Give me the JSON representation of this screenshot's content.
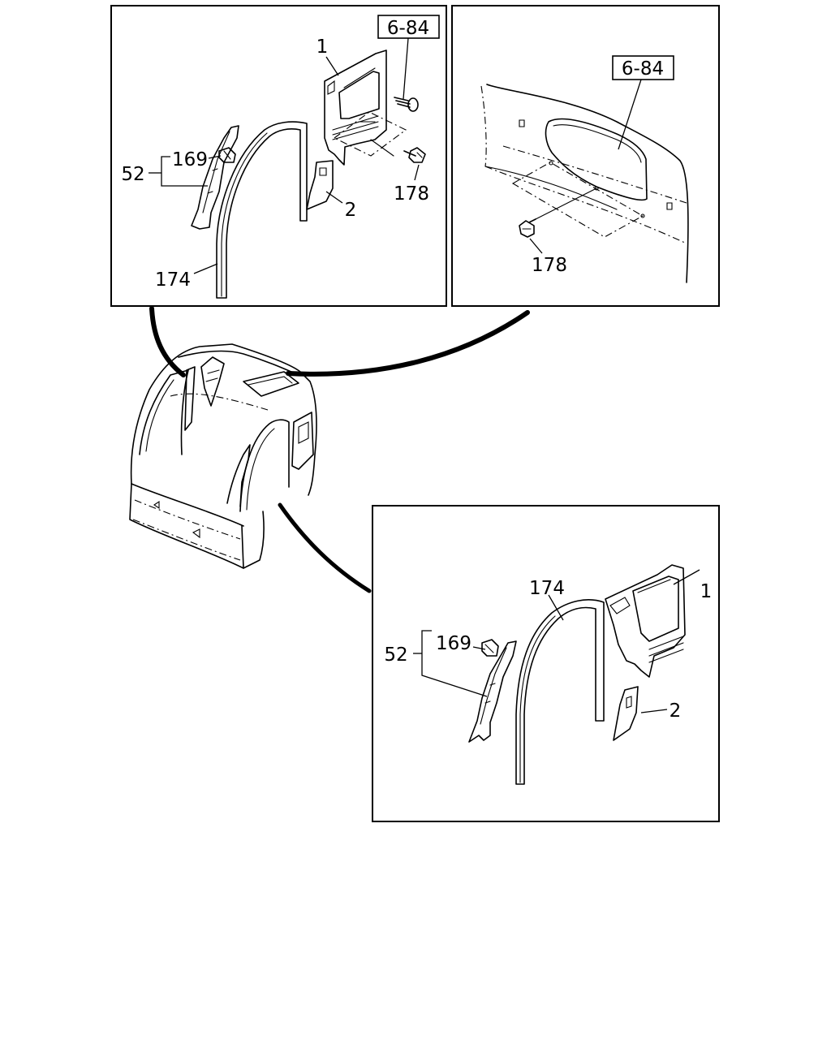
{
  "diagram": {
    "references": {
      "top_left": "6-84",
      "top_right": "6-84"
    },
    "top_left_labels": {
      "part_1": "1",
      "part_2": "2",
      "part_52": "52",
      "part_169": "169",
      "part_174": "174",
      "part_178": "178"
    },
    "top_right_labels": {
      "part_178": "178"
    },
    "bottom_right_labels": {
      "part_1": "1",
      "part_2": "2",
      "part_52": "52",
      "part_169": "169",
      "part_174": "174"
    }
  }
}
